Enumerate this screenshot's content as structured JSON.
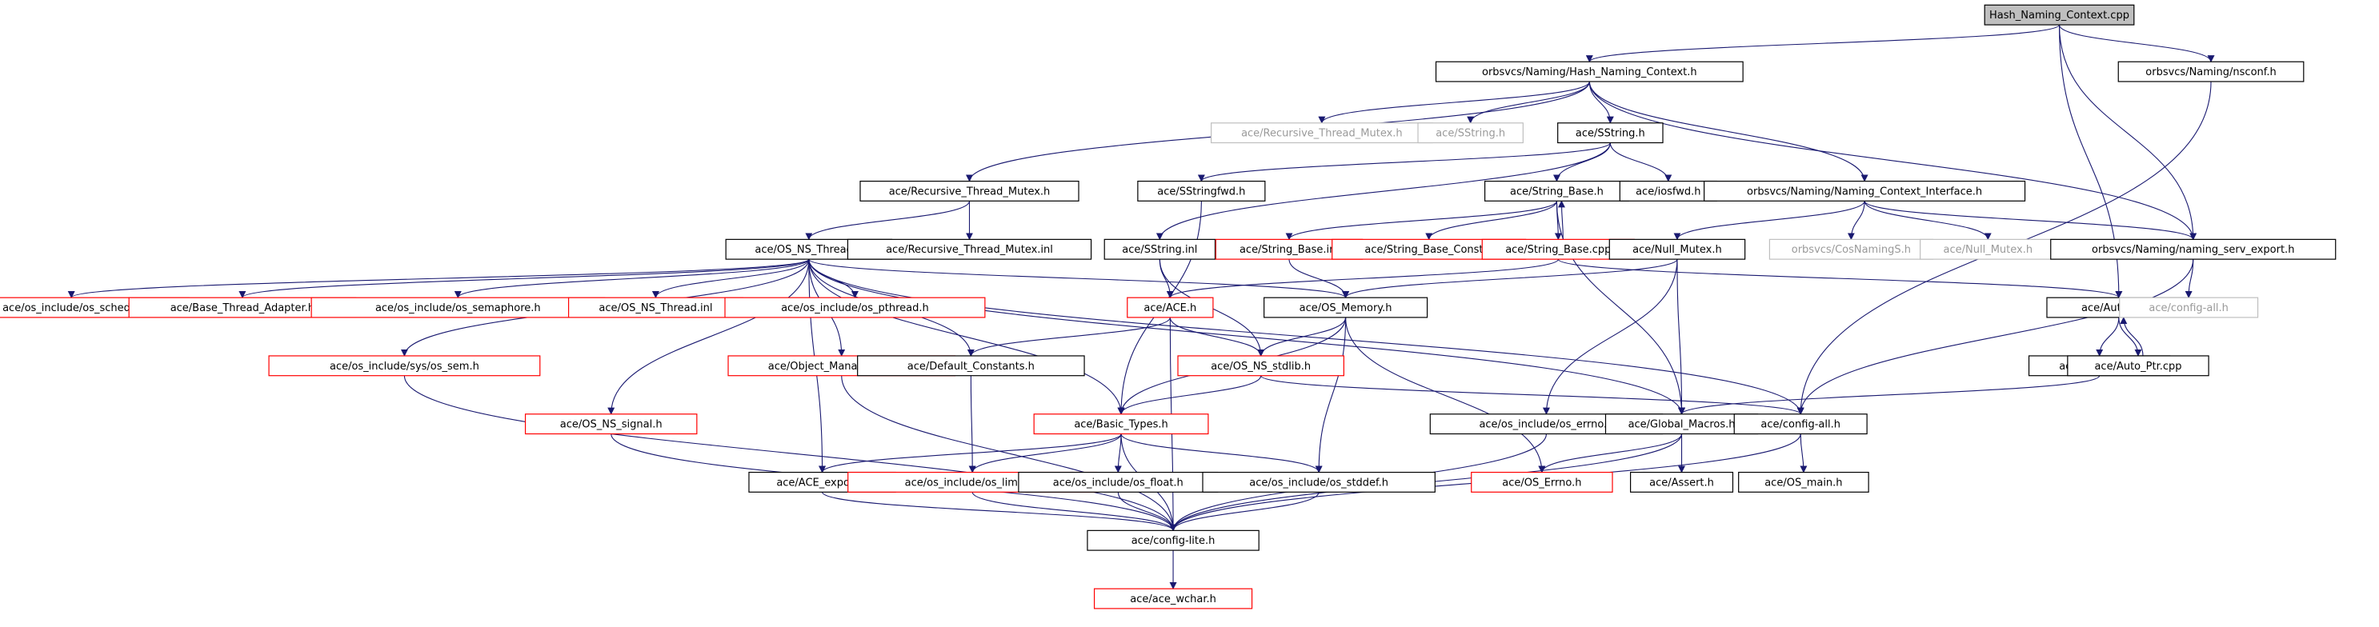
{
  "title": "Hash_Naming_Context.cpp",
  "colors": {
    "edge": "#191970",
    "node_border_normal": "#000000",
    "node_border_missing": "#ff0000",
    "node_border_external": "#bfbfbf",
    "node_fill_root": "#bfbfbf",
    "node_fill": "#ffffff",
    "text": "#000000"
  },
  "nodes": [
    {
      "id": "root",
      "label": "Hash_Naming_Context.cpp",
      "style": "root"
    },
    {
      "id": "hnc_h",
      "label": "orbsvcs/Naming/Hash_Naming_Context.h",
      "style": "normal"
    },
    {
      "id": "nsconf",
      "label": "orbsvcs/Naming/nsconf.h",
      "style": "normal"
    },
    {
      "id": "rtm_ext",
      "label": "ace/Recursive_Thread_Mutex.h",
      "style": "external"
    },
    {
      "id": "sstring_ext",
      "label": "ace/SString.h",
      "style": "external"
    },
    {
      "id": "sstring",
      "label": "ace/SString.h",
      "style": "normal"
    },
    {
      "id": "rtm",
      "label": "ace/Recursive_Thread_Mutex.h",
      "style": "normal"
    },
    {
      "id": "sstringfwd",
      "label": "ace/SStringfwd.h",
      "style": "normal"
    },
    {
      "id": "string_base",
      "label": "ace/String_Base.h",
      "style": "normal"
    },
    {
      "id": "iosfwd",
      "label": "ace/iosfwd.h",
      "style": "normal"
    },
    {
      "id": "nci",
      "label": "orbsvcs/Naming/Naming_Context_Interface.h",
      "style": "normal"
    },
    {
      "id": "os_ns_thread",
      "label": "ace/OS_NS_Thread.h",
      "style": "normal"
    },
    {
      "id": "rtm_inl",
      "label": "ace/Recursive_Thread_Mutex.inl",
      "style": "normal"
    },
    {
      "id": "sstring_inl",
      "label": "ace/SString.inl",
      "style": "normal"
    },
    {
      "id": "string_base_inl",
      "label": "ace/String_Base.inl",
      "style": "missing"
    },
    {
      "id": "string_base_const",
      "label": "ace/String_Base_Const.h",
      "style": "missing"
    },
    {
      "id": "string_base_cpp",
      "label": "ace/String_Base.cpp",
      "style": "missing"
    },
    {
      "id": "null_mutex",
      "label": "ace/Null_Mutex.h",
      "style": "normal"
    },
    {
      "id": "cosnamings",
      "label": "orbsvcs/CosNamingS.h",
      "style": "external"
    },
    {
      "id": "null_mutex_ext",
      "label": "ace/Null_Mutex.h",
      "style": "external"
    },
    {
      "id": "nse",
      "label": "orbsvcs/Naming/naming_serv_export.h",
      "style": "normal"
    },
    {
      "id": "os_sched",
      "label": "ace/os_include/os_sched.h",
      "style": "missing"
    },
    {
      "id": "bta",
      "label": "ace/Base_Thread_Adapter.h",
      "style": "missing"
    },
    {
      "id": "os_semaphore",
      "label": "ace/os_include/os_semaphore.h",
      "style": "missing"
    },
    {
      "id": "os_ns_thread_inl",
      "label": "ace/OS_NS_Thread.inl",
      "style": "missing"
    },
    {
      "id": "os_pthread",
      "label": "ace/os_include/os_pthread.h",
      "style": "missing"
    },
    {
      "id": "ace_h",
      "label": "ace/ACE.h",
      "style": "missing"
    },
    {
      "id": "os_memory",
      "label": "ace/OS_Memory.h",
      "style": "normal"
    },
    {
      "id": "auto_ptr",
      "label": "ace/Auto_Ptr.h",
      "style": "normal"
    },
    {
      "id": "config_all_ext",
      "label": "ace/config-all.h",
      "style": "external"
    },
    {
      "id": "sys_os_sem",
      "label": "ace/os_include/sys/os_sem.h",
      "style": "missing"
    },
    {
      "id": "omb",
      "label": "ace/Object_Manager_Base.h",
      "style": "missing"
    },
    {
      "id": "default_constants",
      "label": "ace/Default_Constants.h",
      "style": "normal"
    },
    {
      "id": "os_ns_stdlib",
      "label": "ace/OS_NS_stdlib.h",
      "style": "missing"
    },
    {
      "id": "auto_ptr_inl",
      "label": "ace/Auto_Ptr.inl",
      "style": "normal"
    },
    {
      "id": "auto_ptr_cpp",
      "label": "ace/Auto_Ptr.cpp",
      "style": "normal"
    },
    {
      "id": "os_ns_signal",
      "label": "ace/OS_NS_signal.h",
      "style": "missing"
    },
    {
      "id": "basic_types",
      "label": "ace/Basic_Types.h",
      "style": "missing"
    },
    {
      "id": "os_errno",
      "label": "ace/os_include/os_errno.h",
      "style": "normal"
    },
    {
      "id": "global_macros",
      "label": "ace/Global_Macros.h",
      "style": "normal"
    },
    {
      "id": "config_all",
      "label": "ace/config-all.h",
      "style": "normal"
    },
    {
      "id": "ace_export",
      "label": "ace/ACE_export.h",
      "style": "normal"
    },
    {
      "id": "os_limits",
      "label": "ace/os_include/os_limits.h",
      "style": "missing"
    },
    {
      "id": "os_float",
      "label": "ace/os_include/os_float.h",
      "style": "normal"
    },
    {
      "id": "os_stddef",
      "label": "ace/os_include/os_stddef.h",
      "style": "normal"
    },
    {
      "id": "os_errno_h",
      "label": "ace/OS_Errno.h",
      "style": "missing"
    },
    {
      "id": "assert",
      "label": "ace/Assert.h",
      "style": "normal"
    },
    {
      "id": "os_main",
      "label": "ace/OS_main.h",
      "style": "normal"
    },
    {
      "id": "config_lite",
      "label": "ace/config-lite.h",
      "style": "normal"
    },
    {
      "id": "ace_wchar",
      "label": "ace/ace_wchar.h",
      "style": "missing"
    }
  ],
  "edges": [
    [
      "root",
      "hnc_h"
    ],
    [
      "root",
      "nsconf"
    ],
    [
      "root",
      "auto_ptr"
    ],
    [
      "root",
      "nse"
    ],
    [
      "hnc_h",
      "rtm_ext"
    ],
    [
      "hnc_h",
      "sstring_ext"
    ],
    [
      "hnc_h",
      "sstring"
    ],
    [
      "hnc_h",
      "rtm"
    ],
    [
      "hnc_h",
      "nci"
    ],
    [
      "hnc_h",
      "nse"
    ],
    [
      "nsconf",
      "config_all"
    ],
    [
      "sstring",
      "sstringfwd"
    ],
    [
      "sstring",
      "string_base"
    ],
    [
      "sstring",
      "iosfwd"
    ],
    [
      "sstring",
      "sstring_inl"
    ],
    [
      "rtm",
      "os_ns_thread"
    ],
    [
      "rtm",
      "rtm_inl"
    ],
    [
      "sstringfwd",
      "basic_types"
    ],
    [
      "string_base",
      "string_base_inl"
    ],
    [
      "string_base",
      "string_base_const"
    ],
    [
      "string_base",
      "string_base_cpp"
    ],
    [
      "string_base",
      "global_macros"
    ],
    [
      "string_base_cpp",
      "string_base"
    ],
    [
      "string_base_cpp",
      "ace_h"
    ],
    [
      "string_base_cpp",
      "auto_ptr"
    ],
    [
      "string_base_inl",
      "os_memory"
    ],
    [
      "nci",
      "null_mutex"
    ],
    [
      "nci",
      "cosnamings"
    ],
    [
      "nci",
      "null_mutex_ext"
    ],
    [
      "nci",
      "nse"
    ],
    [
      "nse",
      "config_all_ext"
    ],
    [
      "nse",
      "config_all"
    ],
    [
      "null_mutex",
      "os_memory"
    ],
    [
      "null_mutex",
      "global_macros"
    ],
    [
      "null_mutex",
      "os_errno"
    ],
    [
      "os_ns_thread",
      "os_sched"
    ],
    [
      "os_ns_thread",
      "bta"
    ],
    [
      "os_ns_thread",
      "os_semaphore"
    ],
    [
      "os_ns_thread",
      "os_ns_thread_inl"
    ],
    [
      "os_ns_thread",
      "os_pthread"
    ],
    [
      "os_ns_thread",
      "sys_os_sem"
    ],
    [
      "os_ns_thread",
      "os_ns_signal"
    ],
    [
      "os_ns_thread",
      "ace_export"
    ],
    [
      "os_ns_thread",
      "omb"
    ],
    [
      "os_ns_thread",
      "default_constants"
    ],
    [
      "os_ns_thread",
      "basic_types"
    ],
    [
      "os_ns_thread",
      "os_memory"
    ],
    [
      "os_ns_thread",
      "global_macros"
    ],
    [
      "os_ns_thread",
      "config_all"
    ],
    [
      "sstring_inl",
      "ace_h"
    ],
    [
      "sstring_inl",
      "os_ns_stdlib"
    ],
    [
      "ace_h",
      "default_constants"
    ],
    [
      "ace_h",
      "os_ns_stdlib"
    ],
    [
      "ace_h",
      "config_lite"
    ],
    [
      "os_memory",
      "os_ns_stdlib"
    ],
    [
      "os_memory",
      "basic_types"
    ],
    [
      "os_memory",
      "os_stddef"
    ],
    [
      "os_memory",
      "os_errno_h"
    ],
    [
      "auto_ptr",
      "auto_ptr_inl"
    ],
    [
      "auto_ptr",
      "auto_ptr_cpp"
    ],
    [
      "auto_ptr_cpp",
      "auto_ptr"
    ],
    [
      "auto_ptr_inl",
      "global_macros"
    ],
    [
      "sys_os_sem",
      "config_lite"
    ],
    [
      "omb",
      "config_lite"
    ],
    [
      "default_constants",
      "os_limits"
    ],
    [
      "os_ns_stdlib",
      "basic_types"
    ],
    [
      "os_ns_stdlib",
      "config_all"
    ],
    [
      "os_ns_signal",
      "config_lite"
    ],
    [
      "basic_types",
      "ace_export"
    ],
    [
      "basic_types",
      "os_limits"
    ],
    [
      "basic_types",
      "os_float"
    ],
    [
      "basic_types",
      "os_stddef"
    ],
    [
      "basic_types",
      "config_lite"
    ],
    [
      "os_errno",
      "config_lite"
    ],
    [
      "global_macros",
      "os_errno_h"
    ],
    [
      "global_macros",
      "assert"
    ],
    [
      "global_macros",
      "config_lite"
    ],
    [
      "config_all",
      "os_main"
    ],
    [
      "config_all",
      "config_lite"
    ],
    [
      "ace_export",
      "config_lite"
    ],
    [
      "os_limits",
      "config_lite"
    ],
    [
      "os_float",
      "config_lite"
    ],
    [
      "os_stddef",
      "config_lite"
    ],
    [
      "config_lite",
      "ace_wchar"
    ]
  ]
}
